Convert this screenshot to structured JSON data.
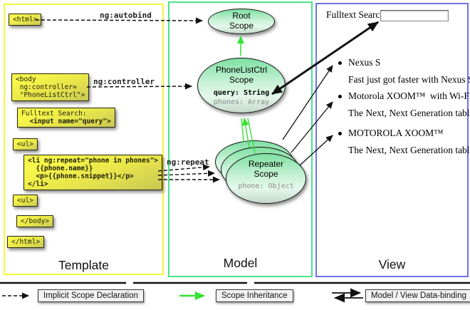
{
  "columns": {
    "template_label": "Template",
    "model_label": "Model",
    "view_label": "View"
  },
  "annotations": {
    "autobind": "ng:autobind",
    "controller": "ng:controller",
    "repeat": "ng:repeat"
  },
  "template": {
    "html_open": "<html>",
    "body_open": "<body\n ng:controller=\n \"PhoneListCtrl\">",
    "fulltext_label": "Fulltext Search:",
    "fulltext_input": "  <input name=\"query\">",
    "ul_open": "<ul>",
    "li_repeat": "<li ng:repeat=\"phone in phones\">\n  {{phone.name}}\n  <p>{{phone.snippet}}</p>\n</li>",
    "ul_close": "<ul>",
    "body_close": "</body>",
    "html_close": "</html>"
  },
  "model": {
    "root_scope_title": "Root\nScope",
    "phonelist_title": "PhoneListCtrl\nScope",
    "phonelist_prop_query": "query: String",
    "phonelist_prop_phones": "phones: Array",
    "repeater_title": "Repeater\nScope",
    "repeater_prop_phone": "phone: Object"
  },
  "view": {
    "search_label": "Fulltext Search:",
    "search_value": "",
    "items": [
      {
        "title": "Nexus S",
        "desc": "Fast just got faster with Nexus S."
      },
      {
        "title": "Motorola XOOM™  with Wi-Fi",
        "desc": "The Next, Next Generation tablet."
      },
      {
        "title": "MOTOROLA XOOM™",
        "desc": "The Next, Next Generation tablet."
      }
    ]
  },
  "legend": {
    "implicit": "Implicit Scope Declaration",
    "inheritance": "Scope Inheritance",
    "databinding": "Model / View Data-binding"
  },
  "colors": {
    "template_border": "#f5f53b",
    "model_border": "#4ae28a",
    "view_border": "#7272ef",
    "inheritance_green": "#35e235",
    "code_box_yellow": "#f3f243"
  }
}
